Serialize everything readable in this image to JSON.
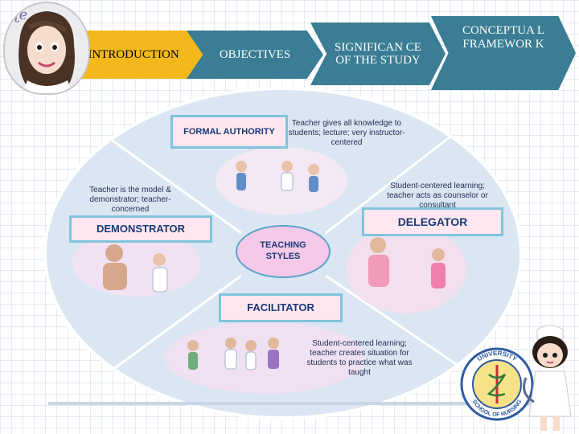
{
  "nav": {
    "items": [
      {
        "label": "INTRODUCTION",
        "active": true
      },
      {
        "label": "OBJECTIVES",
        "active": false
      },
      {
        "label": "SIGNIFICANCE OF THE STUDY",
        "display": "SIGNIFICAN CE OF THE STUDY",
        "active": false
      },
      {
        "label": "CONCEPTUAL FRAMEWORK",
        "display": "CONCEPTUA L FRAMEWOR K",
        "active": false
      }
    ]
  },
  "diagram": {
    "center": "TEACHING STYLES",
    "quadrants": [
      {
        "title": "FORMAL AUTHORITY",
        "description": "Teacher gives all knowledge to students; lecture; very instructor-centered"
      },
      {
        "title": "DELEGATOR",
        "description": "Student-centered learning; teacher acts as counselor or consultant"
      },
      {
        "title": "DEMONSTRATOR",
        "description": "Teacher is the model & demonstrator; teacher-concerned"
      },
      {
        "title": "FACILITATOR",
        "description": "Student-centered learning; teacher creates situation for students to practice what was taught"
      }
    ]
  },
  "logo_text": "UNIVERSITY SCHOOL OF NURSING",
  "colors": {
    "active_tab": "#f4b81c",
    "tab": "#3a7d94",
    "circle_fill": "#dbe6f3",
    "center_fill": "#f6c9e8",
    "label_border": "#80c4dc",
    "label_text": "#1a3a78"
  }
}
